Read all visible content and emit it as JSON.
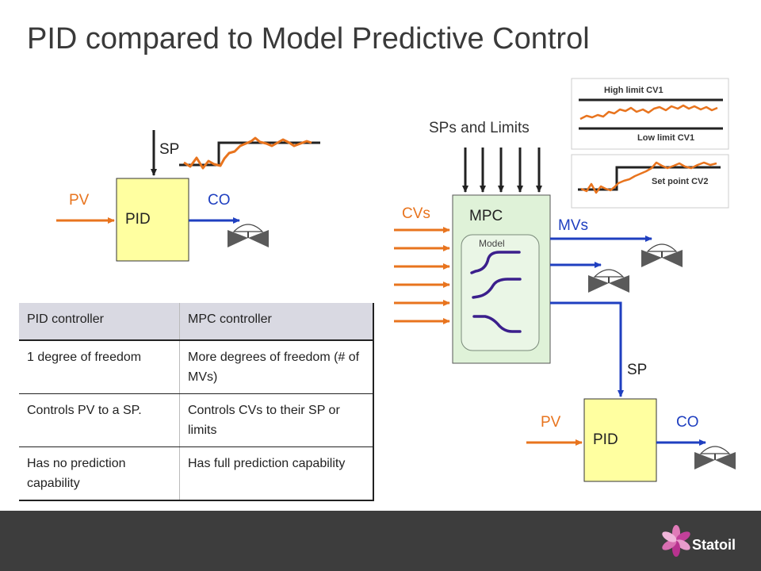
{
  "slide": {
    "title": "PID compared to Model Predictive Control"
  },
  "left_loop": {
    "sp_label": "SP",
    "pv_label": "PV",
    "co_label": "CO",
    "controller_label": "PID"
  },
  "mpc": {
    "sps_limits_label": "SPs and Limits",
    "cvs_label": "CVs",
    "controller_label": "MPC",
    "model_label": "Model",
    "mvs_label": "MVs"
  },
  "lower_loop": {
    "sp_label": "SP",
    "pv_label": "PV",
    "co_label": "CO",
    "controller_label": "PID"
  },
  "insets": {
    "high_limit": "High limit CV1",
    "low_limit": "Low limit CV1",
    "set_point": "Set point CV2"
  },
  "comparison_table": {
    "header": [
      "PID controller",
      "MPC controller"
    ],
    "rows": [
      [
        "1 degree of freedom",
        "More degrees of freedom (# of MVs)"
      ],
      [
        "Controls PV to a SP.",
        "Controls CVs to their SP or limits"
      ],
      [
        "Has no prediction capability",
        "Has full prediction capability"
      ]
    ]
  },
  "footer": {
    "logo_text": "Statoil"
  },
  "colors": {
    "orange": "#e8741e",
    "blue": "#1f3fc0",
    "purple": "#3b1f8c",
    "box_fill": "#ffffa0",
    "mpc_fill": "#dff2d8"
  }
}
